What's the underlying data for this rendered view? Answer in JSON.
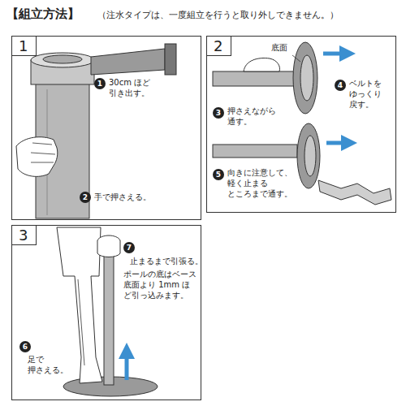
{
  "diagram": {
    "title": "【組立方法】",
    "nodes": [
      {
        "text": [
          "1"
        ]
      },
      {
        "text": [
          "2"
        ]
      },
      {
        "text": [
          "3"
        ]
      }
    ],
    "labels": [
      "（注水タイプは、一度組立を行うと取り外しできません。）",
      "1",
      "30cm ほど 引き出す。",
      "2",
      "手で押さえる。",
      "底面",
      "3",
      "押さえながら 通す。",
      "4",
      "ベルトを ゆっくり 戻す。",
      "5",
      "向きに注意して、 軽く止まる ところまで通す。",
      "7",
      "止まるまで引張る。",
      "ポールの底はベース底面より 1mm ほど引っ込みます。",
      "6",
      "足で 押さえる。"
    ]
  }
}
